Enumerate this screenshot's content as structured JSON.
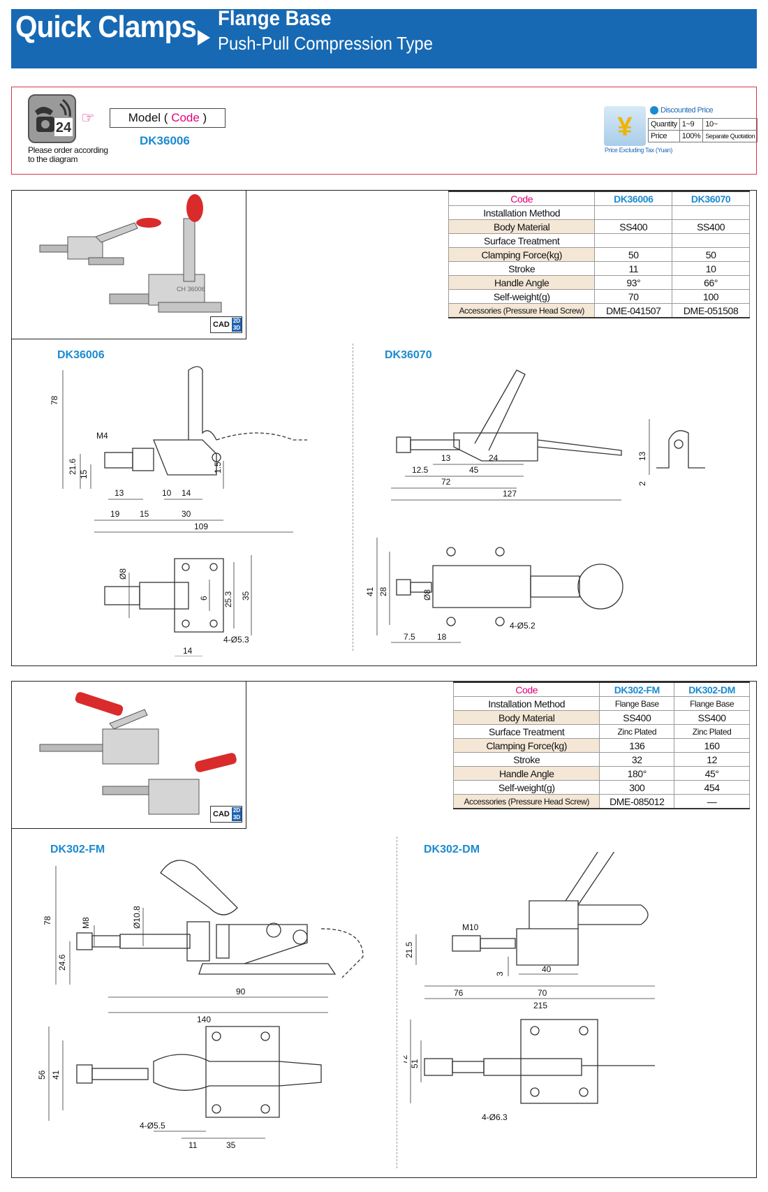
{
  "header": {
    "title": "Quick Clamps",
    "subtitle1": "Flange Base",
    "subtitle2": "Push-Pull Compression Type"
  },
  "order": {
    "note": "Please order according to the diagram",
    "model_label": "Model",
    "code_label": "Code",
    "model_value": "DK36006",
    "phone_number": "24",
    "price_box": {
      "discount_label": "Discounted Price",
      "quantity_label": "Quantity",
      "price_label": "Price",
      "qty1": "1~9",
      "qty2": "10~",
      "price1": "100%",
      "price2": "Separate Quotation",
      "excluding_tax": "Price Excluding Tax (Yuan)",
      "currency_symbol": "¥"
    }
  },
  "cad_badge": {
    "cad": "CAD",
    "d2": "2D",
    "d3": "3D"
  },
  "section1": {
    "spec": {
      "code_header": "Code",
      "models": [
        "DK36006",
        "DK36070"
      ],
      "rows": [
        {
          "label": "Installation Method",
          "values": [
            "",
            ""
          ]
        },
        {
          "label": "Body Material",
          "values": [
            "SS400",
            "SS400"
          ]
        },
        {
          "label": "Surface Treatment",
          "values": [
            "",
            ""
          ]
        },
        {
          "label": "Clamping Force(kg)",
          "values": [
            "50",
            "50"
          ]
        },
        {
          "label": "Stroke",
          "values": [
            "11",
            "10"
          ]
        },
        {
          "label": "Handle Angle",
          "values": [
            "93°",
            "66°"
          ]
        },
        {
          "label": "Self-weight(g)",
          "values": [
            "70",
            "100"
          ]
        },
        {
          "label": "Accessories (Pressure Head Screw)",
          "values": [
            "DME-041507",
            "DME-051508"
          ]
        }
      ]
    },
    "left_label": "DK36006",
    "right_label": "DK36070",
    "photo_marking": "CH 36006",
    "left_dims": [
      "78",
      "M4",
      "21.6",
      "15",
      "1.5",
      "13",
      "10",
      "14",
      "19",
      "15",
      "30",
      "109",
      "Ø8",
      "6",
      "25.3",
      "35",
      "14",
      "4-Ø5.3"
    ],
    "right_dims": [
      "13",
      "24",
      "12.5",
      "45",
      "72",
      "127",
      "13",
      "2",
      "41",
      "28",
      "Ø8",
      "7.5",
      "18",
      "4-Ø5.2"
    ]
  },
  "section2": {
    "spec": {
      "code_header": "Code",
      "models": [
        "DK302-FM",
        "DK302-DM"
      ],
      "rows": [
        {
          "label": "Installation Method",
          "values": [
            "Flange Base",
            "Flange Base"
          ]
        },
        {
          "label": "Body Material",
          "values": [
            "SS400",
            "SS400"
          ]
        },
        {
          "label": "Surface Treatment",
          "values": [
            "Zinc Plated",
            "Zinc Plated"
          ]
        },
        {
          "label": "Clamping Force(kg)",
          "values": [
            "136",
            "160"
          ]
        },
        {
          "label": "Stroke",
          "values": [
            "32",
            "12"
          ]
        },
        {
          "label": "Handle Angle",
          "values": [
            "180°",
            "45°"
          ]
        },
        {
          "label": "Self-weight(g)",
          "values": [
            "300",
            "454"
          ]
        },
        {
          "label": "Accessories (Pressure Head Screw)",
          "values": [
            "DME-085012",
            "—"
          ]
        }
      ]
    },
    "left_label": "DK302-FM",
    "right_label": "DK302-DM",
    "left_dims": [
      "78",
      "M8",
      "Ø10.8",
      "24.6",
      "90",
      "140",
      "56",
      "41",
      "4-Ø5.5",
      "11",
      "35"
    ],
    "right_dims": [
      "M10",
      "21.5",
      "3",
      "40",
      "76",
      "70",
      "215",
      "72",
      "51",
      "4-Ø6.3"
    ]
  }
}
